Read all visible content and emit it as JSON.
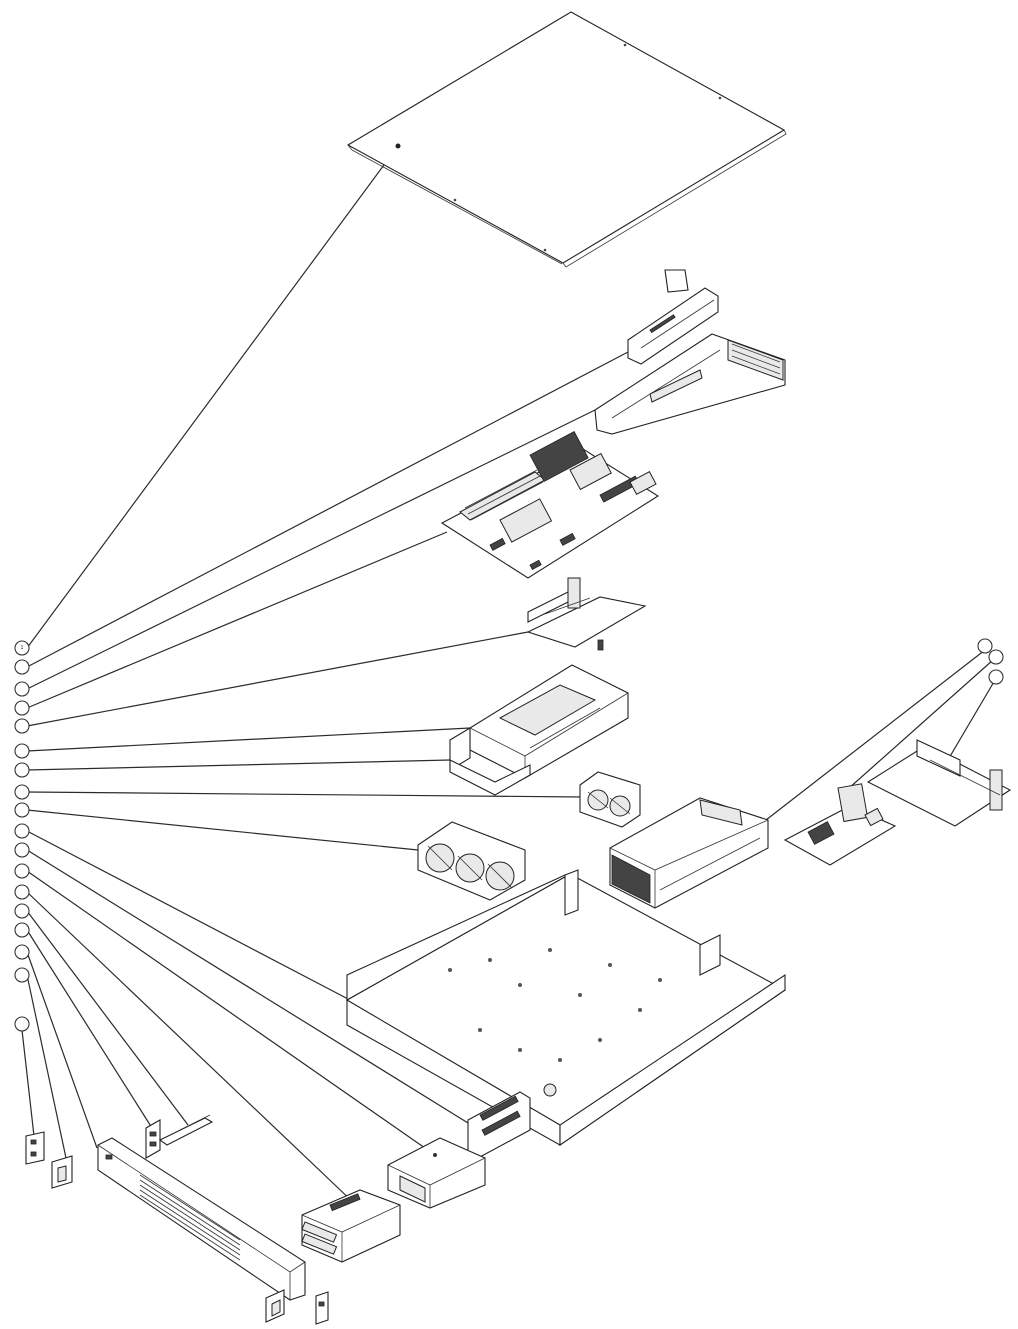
{
  "callouts": [
    {
      "id": "c01",
      "label": "1"
    },
    {
      "id": "c02",
      "label": ""
    },
    {
      "id": "c03",
      "label": ""
    },
    {
      "id": "c04",
      "label": ""
    },
    {
      "id": "c05",
      "label": ""
    },
    {
      "id": "c06",
      "label": ""
    },
    {
      "id": "c07",
      "label": ""
    },
    {
      "id": "c08",
      "label": ""
    },
    {
      "id": "c09",
      "label": ""
    },
    {
      "id": "c10",
      "label": ""
    },
    {
      "id": "c11",
      "label": ""
    },
    {
      "id": "c12",
      "label": ""
    },
    {
      "id": "c13",
      "label": ""
    },
    {
      "id": "c14",
      "label": ""
    },
    {
      "id": "c15",
      "label": ""
    },
    {
      "id": "c16",
      "label": ""
    },
    {
      "id": "c17",
      "label": ""
    },
    {
      "id": "r1",
      "label": ""
    },
    {
      "id": "r2",
      "label": ""
    },
    {
      "id": "r3",
      "label": ""
    }
  ],
  "parts": [
    "top-cover",
    "riser-bracket-small",
    "riser-bracket-large",
    "motherboard",
    "add-on-card",
    "air-shroud",
    "fan-module-small",
    "fan-module-dual",
    "power-supply",
    "power-distribution-board",
    "backplane-board",
    "chassis-base",
    "drive-backplane",
    "drive-cage",
    "drive-tray-assembly",
    "front-io-panel",
    "front-bezel",
    "rack-ear-left",
    "rack-ear-bracket",
    "rack-ear-right"
  ]
}
